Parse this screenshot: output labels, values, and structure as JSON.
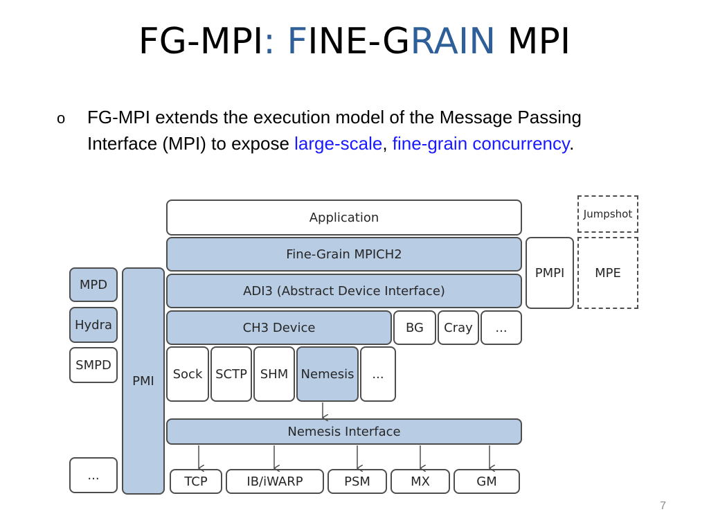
{
  "title": {
    "part1": "FG-MPI",
    "part2": ": F",
    "part3": "INE-G",
    "part4": "RAIN",
    "part5": " MPI"
  },
  "bullet": {
    "mark": "o",
    "text_before": "FG-MPI extends the execution model of the Message Passing Interface (MPI) to expose ",
    "highlight1": "large-scale",
    "sep": ", ",
    "highlight2": "fine-grain concurrency",
    "end": "."
  },
  "diagram": {
    "application": "Application",
    "fine_grain": "Fine-Grain MPICH2",
    "adi3": "ADI3 (Abstract Device Interface)",
    "ch3": "CH3 Device",
    "bg": "BG",
    "cray": "Cray",
    "dots_device": "...",
    "sock": "Sock",
    "sctp": "SCTP",
    "shm": "SHM",
    "nemesis": "Nemesis",
    "dots_channel": "...",
    "nemesis_interface": "Nemesis Interface",
    "tcp": "TCP",
    "ibiwarp": "IB/iWARP",
    "psm": "PSM",
    "mx": "MX",
    "gm": "GM",
    "mpd": "MPD",
    "hydra": "Hydra",
    "smpd": "SMPD",
    "dots_pm": "...",
    "pmi": "PMI",
    "pmpi": "PMPI",
    "jumpshot": "Jumpshot",
    "mpe": "MPE"
  },
  "colors": {
    "box_fill": "#b8cce4",
    "title_accent": "#2e5f99",
    "highlight": "#1a1aff"
  },
  "page_number": "7"
}
